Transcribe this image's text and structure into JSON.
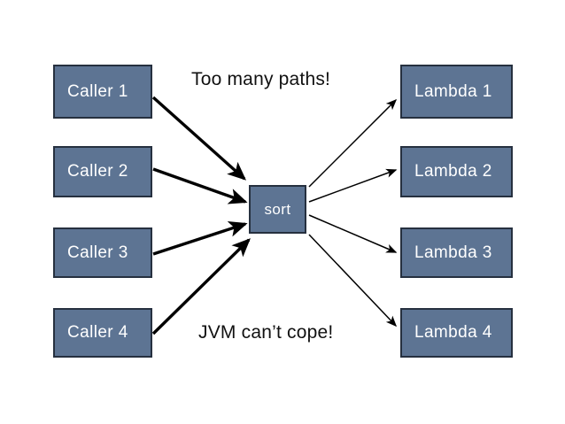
{
  "slide": {
    "background_color": "#ffffff",
    "node_fill_color": "#5d7493",
    "node_border_color": "#26303f",
    "node_text_color": "#ffffff",
    "edge_color": "#000000",
    "annotation_text_color": "#111111"
  },
  "callers": [
    {
      "label": "Caller 1"
    },
    {
      "label": "Caller 2"
    },
    {
      "label": "Caller 3"
    },
    {
      "label": "Caller 4"
    }
  ],
  "center": {
    "label": "sort"
  },
  "lambdas": [
    {
      "label": "Lambda 1"
    },
    {
      "label": "Lambda 2"
    },
    {
      "label": "Lambda 3"
    },
    {
      "label": "Lambda 4"
    }
  ],
  "annotations": {
    "top": "Too many paths!",
    "bottom": "JVM can’t cope!"
  },
  "edges": {
    "inbound_label": "caller-to-sort",
    "outbound_label": "sort-to-lambda",
    "inbound_count": 4,
    "outbound_count": 4
  }
}
